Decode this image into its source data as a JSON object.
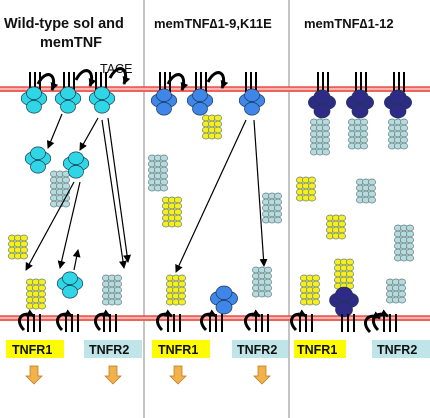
{
  "panels": [
    {
      "title_lines": [
        "Wild-type  sol and",
        "memTNF"
      ],
      "tace_label": "TACE",
      "receptor1_label": "TNFR1",
      "receptor2_label": "TNFR2"
    },
    {
      "title_lines": [
        "memTNF∆1-9,K11E"
      ],
      "receptor1_label": "TNFR1",
      "receptor2_label": "TNFR2"
    },
    {
      "title_lines": [
        "memTNF∆1-12"
      ],
      "receptor1_label": "TNFR1",
      "receptor2_label": "TNFR2"
    }
  ],
  "colors": {
    "membrane": "#e8302a",
    "wild_type_tnf": "#2fd6e6",
    "mutant_9_tnf": "#3f86e8",
    "mutant_12_tnf": "#2e2a86",
    "receptor_tnfr1": "#f4ee22",
    "receptor_tnfr2": "#b7dadd",
    "label_tnfr1_bg": "#fffb00",
    "label_tnfr2_bg": "#bfe5e8",
    "signal_arrow": "#f2b14a",
    "divider": "#888888"
  }
}
